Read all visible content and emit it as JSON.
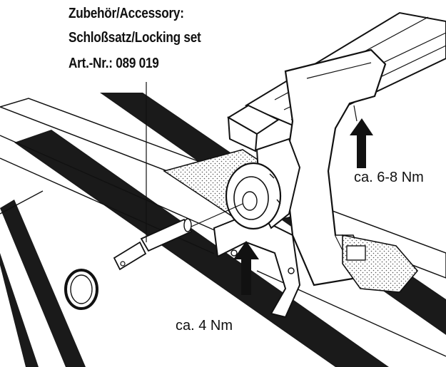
{
  "header": {
    "line1": "Zubehör/Accessory:",
    "line2": "Schloßsatz/Locking set",
    "line3": "Art.-Nr.: 089 019"
  },
  "callouts": {
    "torque_foot": "ca. 6-8 Nm",
    "torque_lock": "ca. 4 Nm"
  },
  "colors": {
    "ink": "#111111",
    "paper": "#ffffff"
  }
}
